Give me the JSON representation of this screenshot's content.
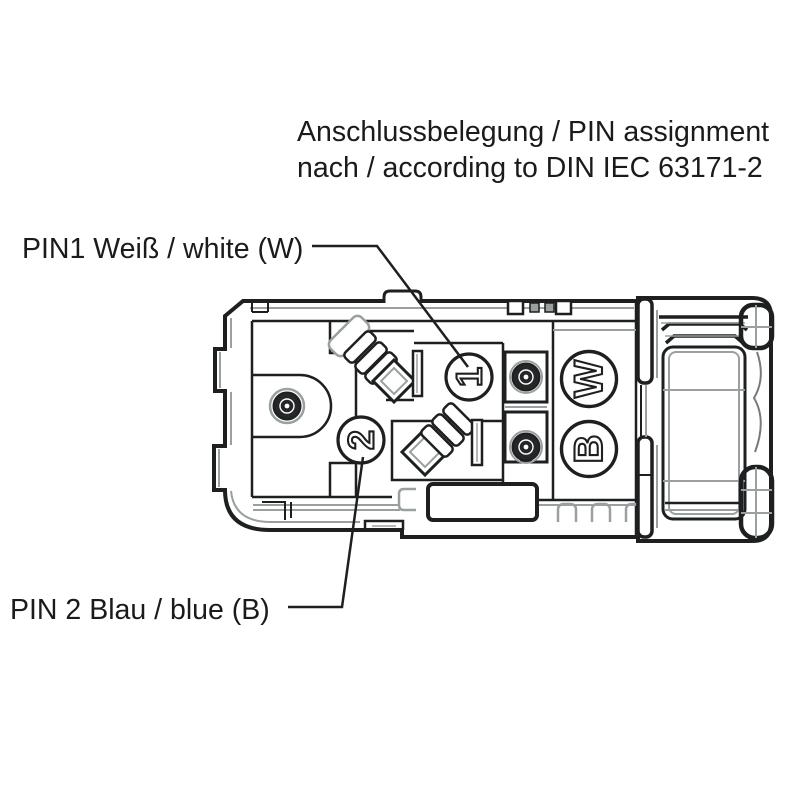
{
  "title": {
    "line1": "Anschlussbelegung / PIN assignment",
    "line2": "nach / according to DIN IEC 63171-2"
  },
  "labels": {
    "pin1": "PIN1 Weiß / white (W)",
    "pin2": "PIN 2 Blau / blue (B)"
  },
  "connector": {
    "pin1_glyph": "1",
    "pin2_glyph": "2",
    "white_glyph": "W",
    "blue_glyph": "B"
  },
  "colors": {
    "line": "#1d1f20",
    "secondary_line": "#9aa0a0",
    "text": "#1b1b1b",
    "contact_fill": "#242627",
    "background": "#ffffff"
  }
}
